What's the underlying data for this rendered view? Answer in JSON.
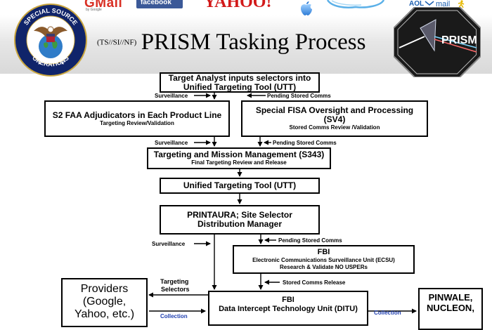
{
  "logos": {
    "gmail": "GMail",
    "gmail_sub": "by Google",
    "facebook": "facebook",
    "yahoo": "YAHOO!",
    "aol": "AOL",
    "mail": "mail"
  },
  "seal": {
    "top_text": "SPECIAL SOURCE",
    "bottom_text": "OPERATIONS"
  },
  "title": {
    "classification": "(TS//SI//NF)",
    "text": "PRISM Tasking Process"
  },
  "prism_logo": {
    "text": "PRISM"
  },
  "boxes": {
    "analyst": {
      "line1": "Target Analyst inputs selectors into",
      "line2": "Unified Targeting Tool (UTT)"
    },
    "s2": {
      "line1": "S2 FAA Adjudicators in Each Product Line",
      "line2": "Targeting Review/Validation"
    },
    "sv4": {
      "line1": "Special FISA Oversight and Processing",
      "line2": "(SV4)",
      "line3": "Stored Comms Review /Validation"
    },
    "s343": {
      "line1": "Targeting and Mission Management (S343)",
      "line2": "Final Targeting Review and Release"
    },
    "utt": {
      "line1": "Unified Targeting Tool (UTT)"
    },
    "printaura": {
      "line1": "PRINTAURA; Site Selector",
      "line2": "Distribution Manager"
    },
    "fbi_ecsu": {
      "line1": "FBI",
      "line2": "Electronic Communications Surveillance Unit (ECSU)",
      "line3": "Research & Validate NO USPERs"
    },
    "providers": {
      "line1": "Providers",
      "line2": "(Google,",
      "line3": "Yahoo, etc.)"
    },
    "fbi_ditu": {
      "line1": "FBI",
      "line2": "Data Intercept Technology Unit (DITU)"
    },
    "pinwale": {
      "line1": "PINWALE,",
      "line2": "NUCLEON,"
    }
  },
  "labels": {
    "surv1": "Surveillance",
    "pending1": "Pending Stored Comms",
    "surv2": "Surveillance",
    "pending2": "Pending Stored Comms",
    "surv3": "Surveillance",
    "pending3": "Pending Stored Comms",
    "stored_release": "Stored Comms Release",
    "targeting": "Targeting",
    "selectors": "Selectors",
    "collection_left": "Collection",
    "collection_right": "Collection"
  }
}
